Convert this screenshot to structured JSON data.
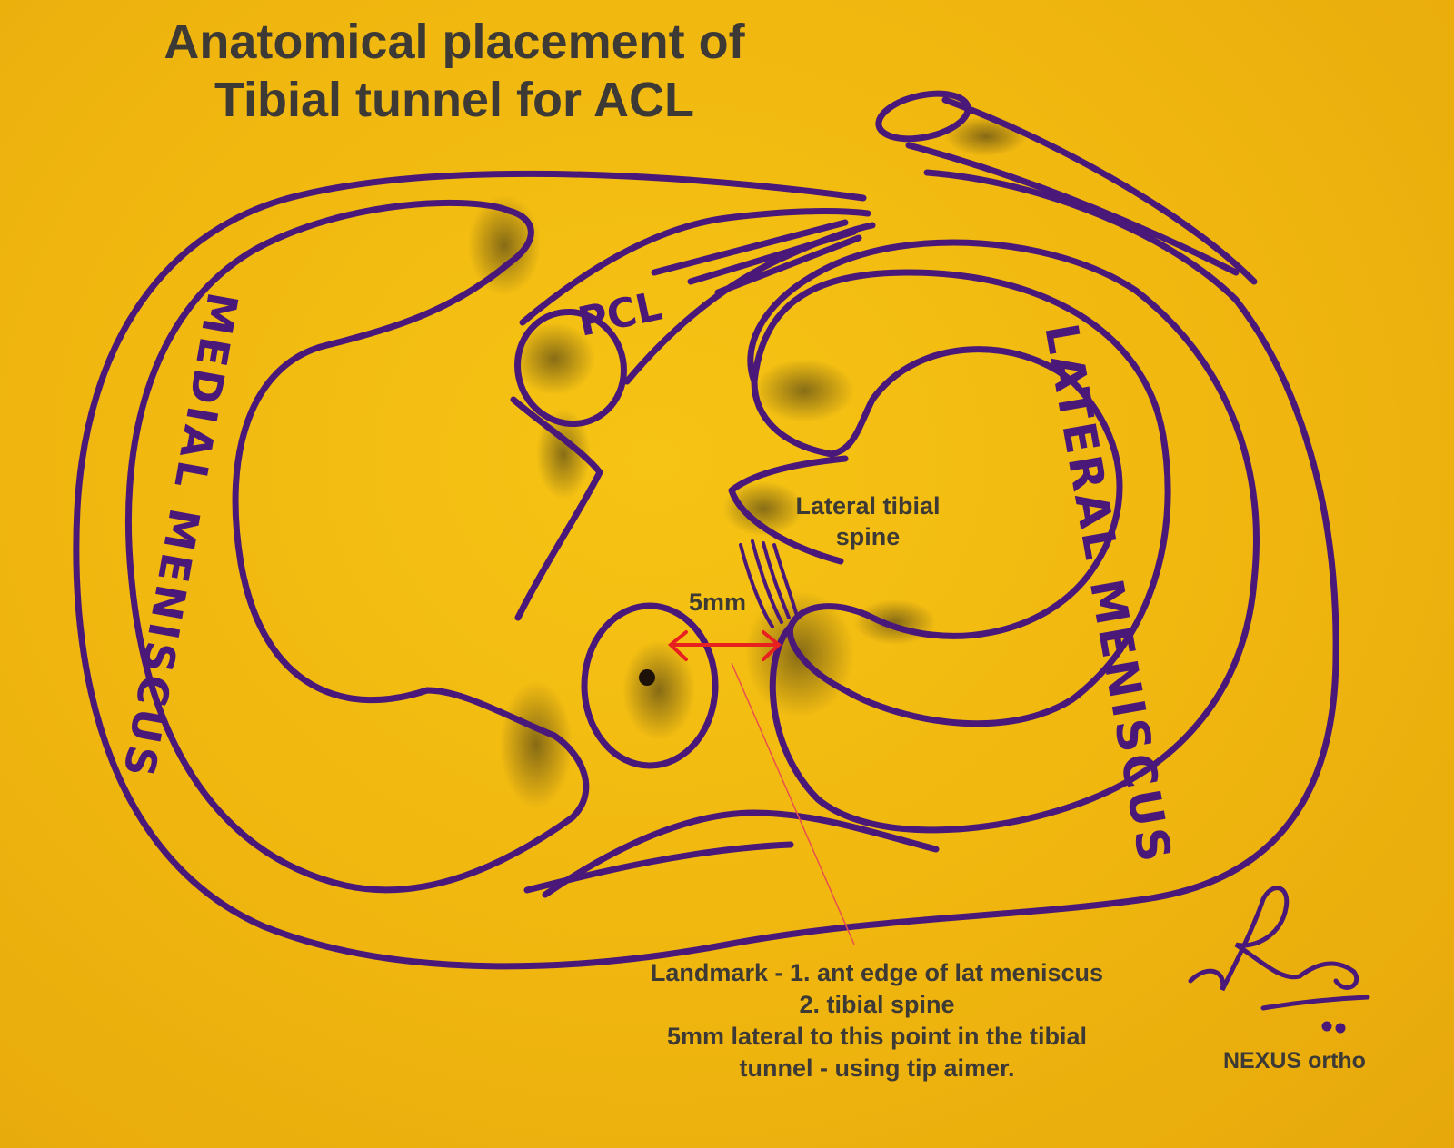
{
  "title": {
    "line1": "Anatomical placement of",
    "line2": "Tibial tunnel for ACL"
  },
  "labels": {
    "lateral_tibial_spine_line1": "Lateral tibial",
    "lateral_tibial_spine_line2": "spine",
    "distance": "5mm",
    "pcl": "PCL",
    "medial_meniscus": "MEDIAL MENISCUS",
    "lateral_meniscus": "LATERAL MENISCUS"
  },
  "landmark_note": {
    "line1": "Landmark - 1. ant edge of lat meniscus",
    "line2": "2. tibial spine",
    "line3": "5mm lateral to this point in the tibial",
    "line4": "tunnel - using tip aimer."
  },
  "signature": "RK",
  "brand": "NEXUS ortho",
  "colors": {
    "background": "#f2b80f",
    "outline": "#4a1878",
    "text": "#3d3a36",
    "arrow": "#e82020",
    "shading": "#3a3220"
  }
}
